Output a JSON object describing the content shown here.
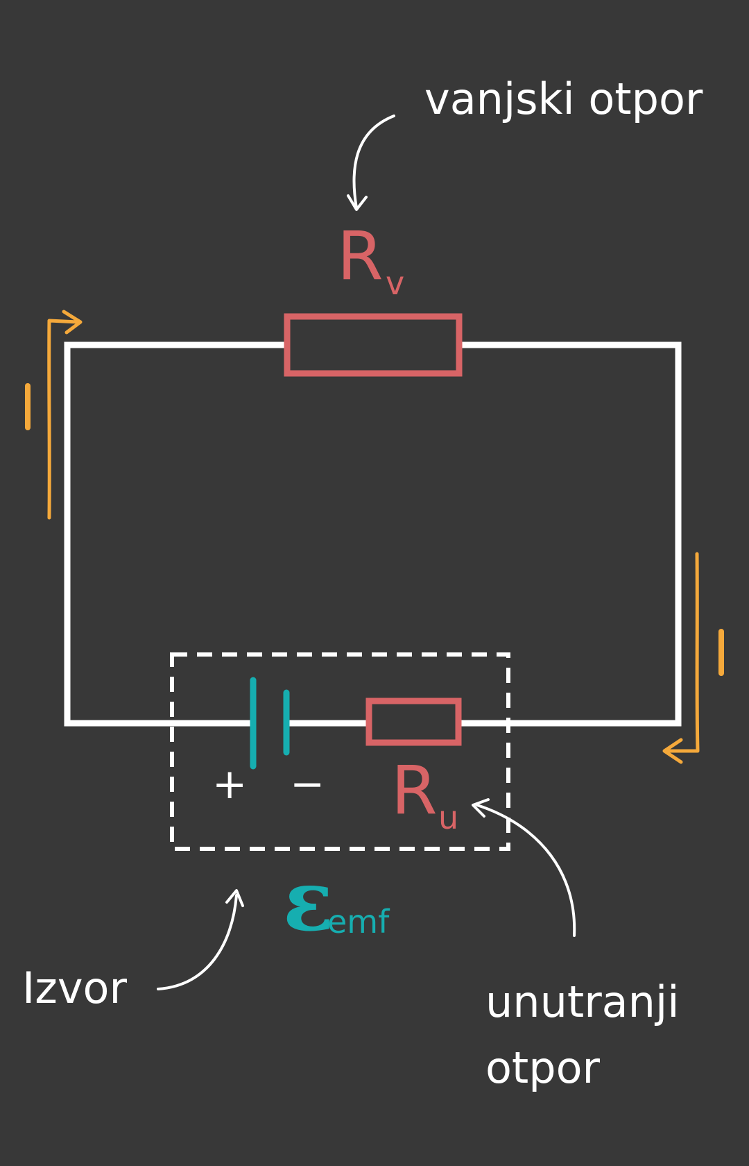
{
  "labels": {
    "external_resistance": "vanjski otpor",
    "internal_resistance_line1": "unutranji",
    "internal_resistance_line2": "otpor",
    "source": "Izvor",
    "rv_symbol": "R",
    "rv_subscript": "v",
    "ru_symbol": "R",
    "ru_subscript": "u",
    "emf_symbol": "ε",
    "emf_subscript": "emf",
    "current_left": "I",
    "current_right": "I",
    "plus_sign": "+",
    "minus_sign": "−"
  },
  "colors": {
    "background": "#383838",
    "wire": "#ffffff",
    "resistor": "#d86466",
    "battery": "#16aeb0",
    "current": "#f5a93b"
  }
}
